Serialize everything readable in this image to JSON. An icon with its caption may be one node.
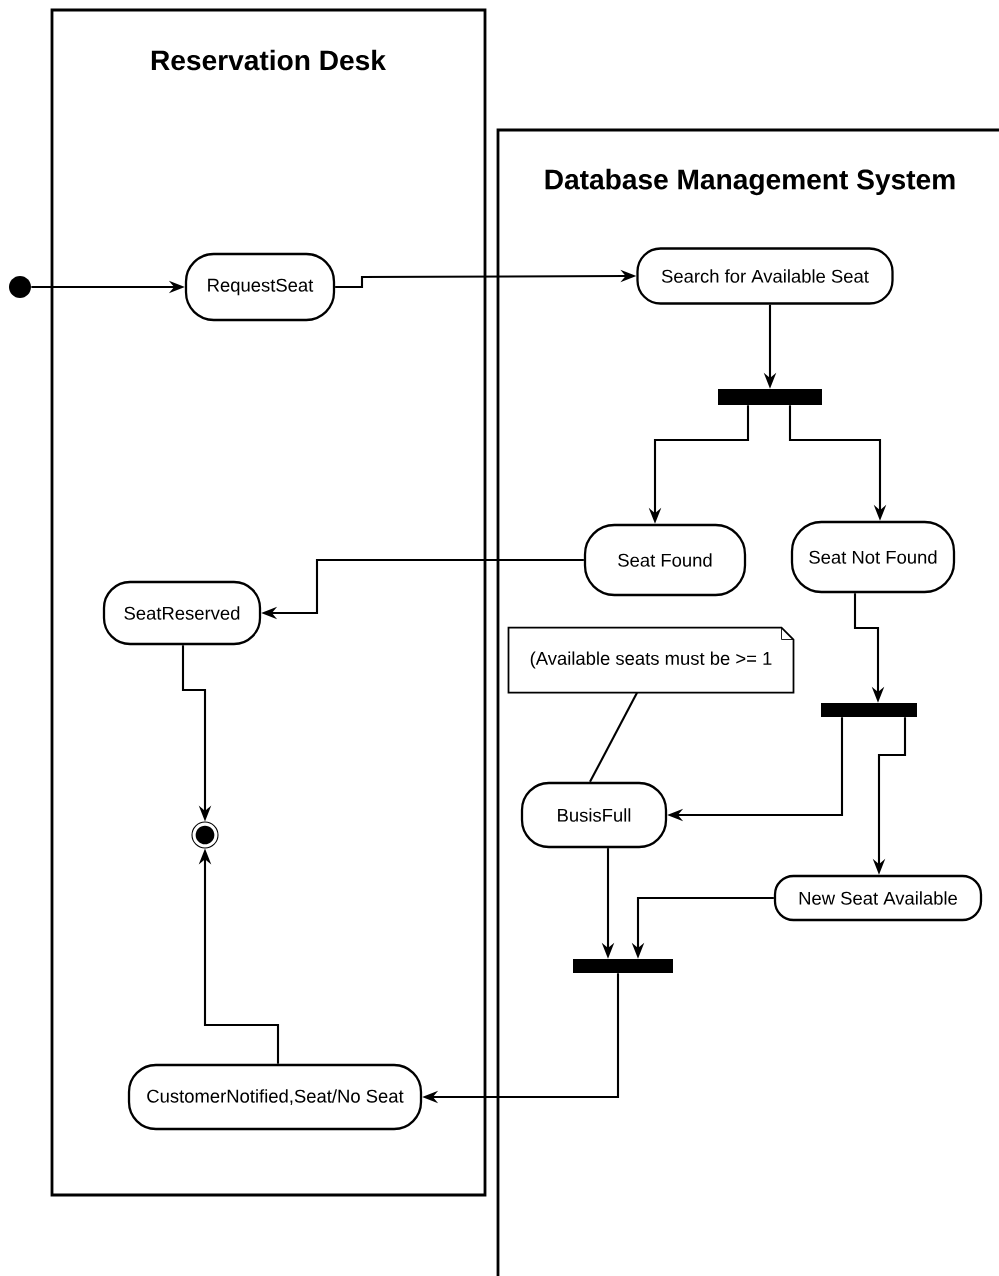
{
  "diagram": {
    "nodes": [
      {
        "text": [
          "Reservation Desk"
        ]
      },
      {
        "text": [
          "Database Management System"
        ]
      },
      {
        "text": [],
        "shape": "circle"
      },
      {
        "text": [
          "RequestSeat"
        ],
        "in": 0
      },
      {
        "text": [
          "SeatReserved"
        ],
        "in": 0
      },
      {
        "text": [],
        "shape": "bullseye",
        "in": 0
      },
      {
        "text": [
          "CustomerNotified,Seat/No Seat"
        ],
        "in": 0
      },
      {
        "text": [
          "Search for Available Seat"
        ],
        "in": 1
      },
      {
        "text": [],
        "shape": "bar",
        "in": 1
      },
      {
        "text": [
          "Seat Found"
        ],
        "in": 1
      },
      {
        "text": [
          "Seat Not Found"
        ],
        "in": 1
      },
      {
        "text": [
          "(Available seats must be >= 1"
        ],
        "in": 1
      },
      {
        "text": [],
        "shape": "bar",
        "in": 1
      },
      {
        "text": [
          "BusisFull"
        ],
        "in": 1
      },
      {
        "text": [
          "New Seat Available"
        ],
        "in": 1
      },
      {
        "text": [],
        "shape": "bar",
        "in": 1
      }
    ],
    "edges": [
      {
        "from": 2,
        "to": 3,
        "arrow": "to"
      },
      {
        "from": 3,
        "to": 7,
        "arrow": "to"
      },
      {
        "from": 7,
        "to": 8,
        "arrow": "to"
      },
      {
        "from": 8,
        "to": 9,
        "arrow": "to"
      },
      {
        "from": 8,
        "to": 10,
        "arrow": "to"
      },
      {
        "from": 9,
        "to": 4,
        "arrow": "to"
      },
      {
        "from": 10,
        "to": 12,
        "arrow": "to"
      },
      {
        "from": 12,
        "to": 13,
        "arrow": "to"
      },
      {
        "from": 12,
        "to": 14,
        "arrow": "to"
      },
      {
        "from": 13,
        "to": 15,
        "arrow": "to"
      },
      {
        "from": 14,
        "to": 15,
        "arrow": "to"
      },
      {
        "from": 15,
        "to": 6,
        "arrow": "to"
      },
      {
        "from": 6,
        "to": 5,
        "arrow": "to"
      },
      {
        "from": 4,
        "to": 5,
        "arrow": "to"
      },
      {
        "from": 11,
        "to": 13,
        "arrow": "none"
      }
    ]
  }
}
